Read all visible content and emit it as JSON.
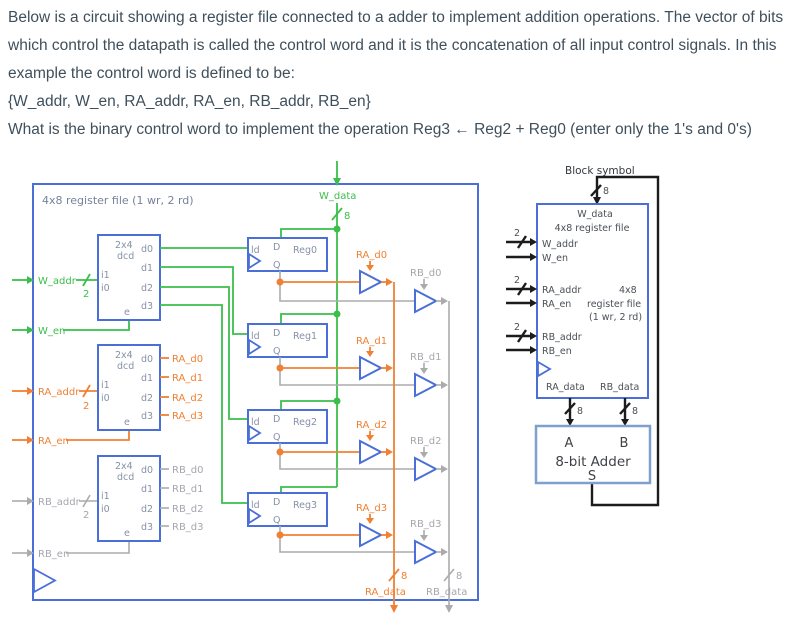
{
  "question": {
    "intro": "Below is a circuit showing a register file connected to a adder to implement addition operations. The vector of bits which control the datapath is called the control word and it is the concatenation of all input control signals. In this example the control word is defined to be:",
    "control_word": "{W_addr, W_en, RA_addr, RA_en, RB_addr, RB_en}",
    "prompt": "What is the binary control word to implement the operation Reg3 ← Reg2 + Reg0 (enter only the 1's and 0's)"
  },
  "colors": {
    "box_blue": "#4a6fd8",
    "wire_green": "#3abf4a",
    "wire_orange": "#f08033",
    "wire_gray": "#ababab",
    "wire_black": "#1c1c1c",
    "adder_border": "#7da0cc"
  },
  "circuit": {
    "title": "4x8 register file (1 wr, 2 rd)",
    "labels": {
      "w_data": "W_data",
      "w_addr": "W_addr",
      "w_en": "W_en",
      "ra_addr": "RA_addr",
      "ra_en": "RA_en",
      "rb_addr": "RB_addr",
      "rb_en": "RB_en",
      "ra_data": "RA_data",
      "rb_data": "RB_data",
      "bus2": "2",
      "bus8": "8"
    },
    "decoder": {
      "name": "2x4",
      "type": "dcd",
      "i1": "i1",
      "i0": "i0",
      "e": "e",
      "d0": "d0",
      "d1": "d1",
      "d2": "d2",
      "d3": "d3"
    },
    "registers": [
      "Reg0",
      "Reg1",
      "Reg2",
      "Reg3"
    ],
    "reg_ports": {
      "ld": "ld",
      "d": "D",
      "q": "Q"
    },
    "ra_signals": [
      "RA_d0",
      "RA_d1",
      "RA_d2",
      "RA_d3"
    ],
    "rb_signals": [
      "RB_d0",
      "RB_d1",
      "RB_d2",
      "RB_d3"
    ]
  },
  "block_symbol": {
    "title": "Block symbol",
    "reg_file": {
      "w_data": "W_data",
      "heading": "4x8 register file",
      "w_addr": "W_addr",
      "w_en": "W_en",
      "ra_addr": "RA_addr",
      "ra_en": "RA_en",
      "rb_addr": "RB_addr",
      "rb_en": "RB_en",
      "type1": "4x8",
      "type2": "register file",
      "type3": "(1 wr, 2 rd)",
      "ra_data": "RA_data",
      "rb_data": "RB_data"
    },
    "adder": {
      "a": "A",
      "b": "B",
      "name": "8-bit Adder",
      "s": "S"
    },
    "bus2": "2",
    "bus8": "8"
  }
}
